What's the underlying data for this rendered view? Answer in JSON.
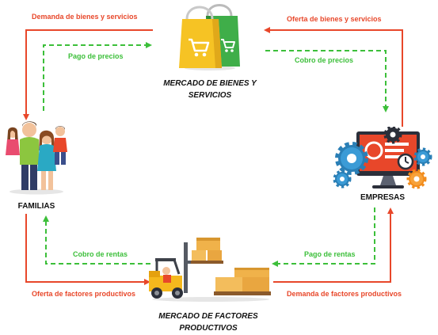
{
  "nodes": {
    "mercado_bienes": "MERCADO DE BIENES Y SERVICIOS",
    "familias": "FAMILIAS",
    "empresas": "EMPRESAS",
    "mercado_factores": "MERCADO DE FACTORES PRODUCTIVOS"
  },
  "flows": {
    "demanda_bienes": "Demanda de bienes y servicios",
    "pago_precios": "Pago de precios",
    "oferta_bienes": "Oferta de bienes y servicios",
    "cobro_precios": "Cobro de precios",
    "cobro_rentas": "Cobro de rentas",
    "oferta_factores": "Oferta de factores productivos",
    "pago_rentas": "Pago de rentas",
    "demanda_factores": "Demanda de factores productivos"
  },
  "colors": {
    "real_flow": "#e8472a",
    "money_flow": "#3cbf3a"
  },
  "icons": [
    "shopping-bags-icon",
    "family-icon",
    "computer-gears-icon",
    "forklift-boxes-icon"
  ]
}
